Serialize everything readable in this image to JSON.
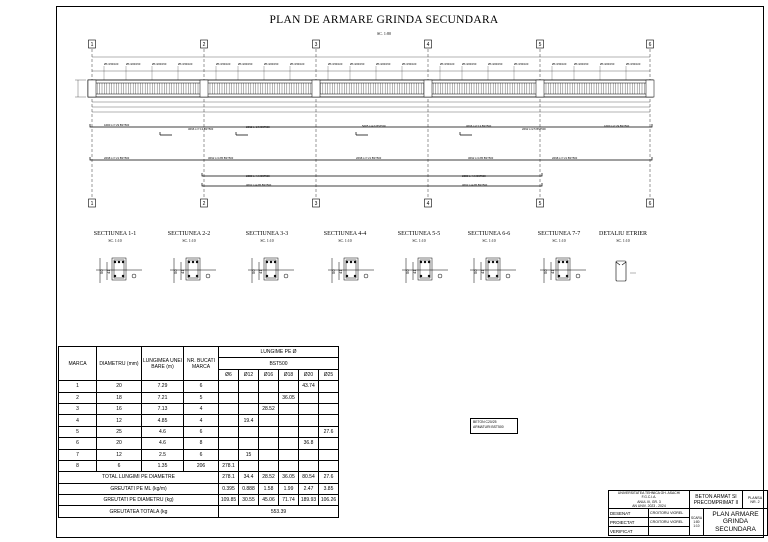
{
  "title": "PLAN DE ARMARE GRINDA SECUNDARA",
  "scale": "SC. 1:80",
  "axes": [
    "1",
    "2",
    "3",
    "4",
    "5",
    "6"
  ],
  "sections": [
    {
      "title": "SECTIUNEA 1-1",
      "scale": "SC. 1:10"
    },
    {
      "title": "SECTIUNEA 2-2",
      "scale": "SC. 1:10"
    },
    {
      "title": "SECTIUNEA 3-3",
      "scale": "SC. 1:10"
    },
    {
      "title": "SECTIUNEA 4-4",
      "scale": "SC. 1:10"
    },
    {
      "title": "SECTIUNEA 5-5",
      "scale": "SC. 1:10"
    },
    {
      "title": "SECTIUNEA 6-6",
      "scale": "SC. 1:10"
    },
    {
      "title": "SECTIUNEA 7-7",
      "scale": "SC. 1:10"
    },
    {
      "title": "DETALIU ETRIER",
      "scale": "SC. 1:10"
    }
  ],
  "section_dims": {
    "height": "50",
    "height_inner": "41"
  },
  "stirrup_labels": [
    "Ø6 /150/100",
    "Ø6 /200/150"
  ],
  "bar_labels": {
    "top1": "1Ø20 L=7.29 BST500",
    "top2": "3Ø16 L=7.13 BST500",
    "top3": "2Ø12 L=2.5 BST500",
    "top4": "5Ø25 L=4.6 BST500",
    "bot1": "2Ø18 L=7.21 BST500",
    "bot2": "3Ø12 L=4.85 BST500",
    "bot3": "2Ø20 L=4.6 BST500"
  },
  "table": {
    "headers": [
      "MARCA",
      "DIAMETRU (mm)",
      "LUNGIMEA UNEI BARE (m)",
      "NR. BUCATI MARCA",
      "LUNGIME PE Ø",
      "BST500"
    ],
    "diameters": [
      "Ø6",
      "Ø12",
      "Ø16",
      "Ø18",
      "Ø20",
      "Ø25"
    ],
    "rows": [
      {
        "marca": "1",
        "diametru": "20",
        "lungime": "7.29",
        "bucati": "6",
        "cells": [
          "",
          "",
          "",
          "",
          "43.74",
          ""
        ]
      },
      {
        "marca": "2",
        "diametru": "18",
        "lungime": "7.21",
        "bucati": "5",
        "cells": [
          "",
          "",
          "",
          "36.05",
          "",
          ""
        ]
      },
      {
        "marca": "3",
        "diametru": "16",
        "lungime": "7.13",
        "bucati": "4",
        "cells": [
          "",
          "",
          "28.52",
          "",
          "",
          ""
        ]
      },
      {
        "marca": "4",
        "diametru": "12",
        "lungime": "4.85",
        "bucati": "4",
        "cells": [
          "",
          "19.4",
          "",
          "",
          "",
          ""
        ]
      },
      {
        "marca": "5",
        "diametru": "25",
        "lungime": "4.6",
        "bucati": "6",
        "cells": [
          "",
          "",
          "",
          "",
          "",
          "27.6"
        ]
      },
      {
        "marca": "6",
        "diametru": "20",
        "lungime": "4.6",
        "bucati": "8",
        "cells": [
          "",
          "",
          "",
          "",
          "36.8",
          ""
        ]
      },
      {
        "marca": "7",
        "diametru": "12",
        "lungime": "2.5",
        "bucati": "6",
        "cells": [
          "",
          "15",
          "",
          "",
          "",
          ""
        ]
      },
      {
        "marca": "8",
        "diametru": "6",
        "lungime": "1.35",
        "bucati": "206",
        "cells": [
          "278.1",
          "",
          "",
          "",
          "",
          ""
        ]
      }
    ],
    "totals": [
      {
        "label": "TOTAL LUNGIMI PE DIAMETRE",
        "cells": [
          "278.1",
          "34.4",
          "28.52",
          "36.05",
          "80.54",
          "27.6"
        ]
      },
      {
        "label": "GREUTATI PE ML (kg/m)",
        "cells": [
          "0.395",
          "0.888",
          "1.58",
          "1.99",
          "2.47",
          "3.85"
        ]
      },
      {
        "label": "GREUTATI PE DIAMETRU (kg)",
        "cells": [
          "109.85",
          "30.55",
          "45.06",
          "71.74",
          "189.93",
          "106.26"
        ]
      }
    ],
    "grand_total_label": "GREUTATEA TOTALA (kg",
    "grand_total": "553.39"
  },
  "note": {
    "line1": "BETON C20/25",
    "line2": "ARMATURI BST500"
  },
  "title_block": {
    "firm_line1": "UNIVERSITATEA TEHNICA GH. ASACHI",
    "firm_line2": "F.G.C.I.A.",
    "firm_line3": "ANUL III, GR. 3",
    "firm_line4": "AN UNIV. 2023 - 2024",
    "project_line1": "BETON ARMAT SI",
    "project_line2": "PRECOMPRIMAT II",
    "sheet_label": "PLANSA",
    "sheet_no": "NR. 2",
    "drawn_label": "DESENAT",
    "drawn_name": "CROITORU VIOREL",
    "designed_label": "PROIECTAT",
    "designed_name": "CROITORU VIOREL",
    "checked_label": "VERIFICAT",
    "scale_label": "SCARA",
    "scale_1": "1:80",
    "scale_2": "1:10",
    "drawing_line1": "PLAN ARMARE",
    "drawing_line2": "GRINDA",
    "drawing_line3": "SECUNDARA"
  }
}
